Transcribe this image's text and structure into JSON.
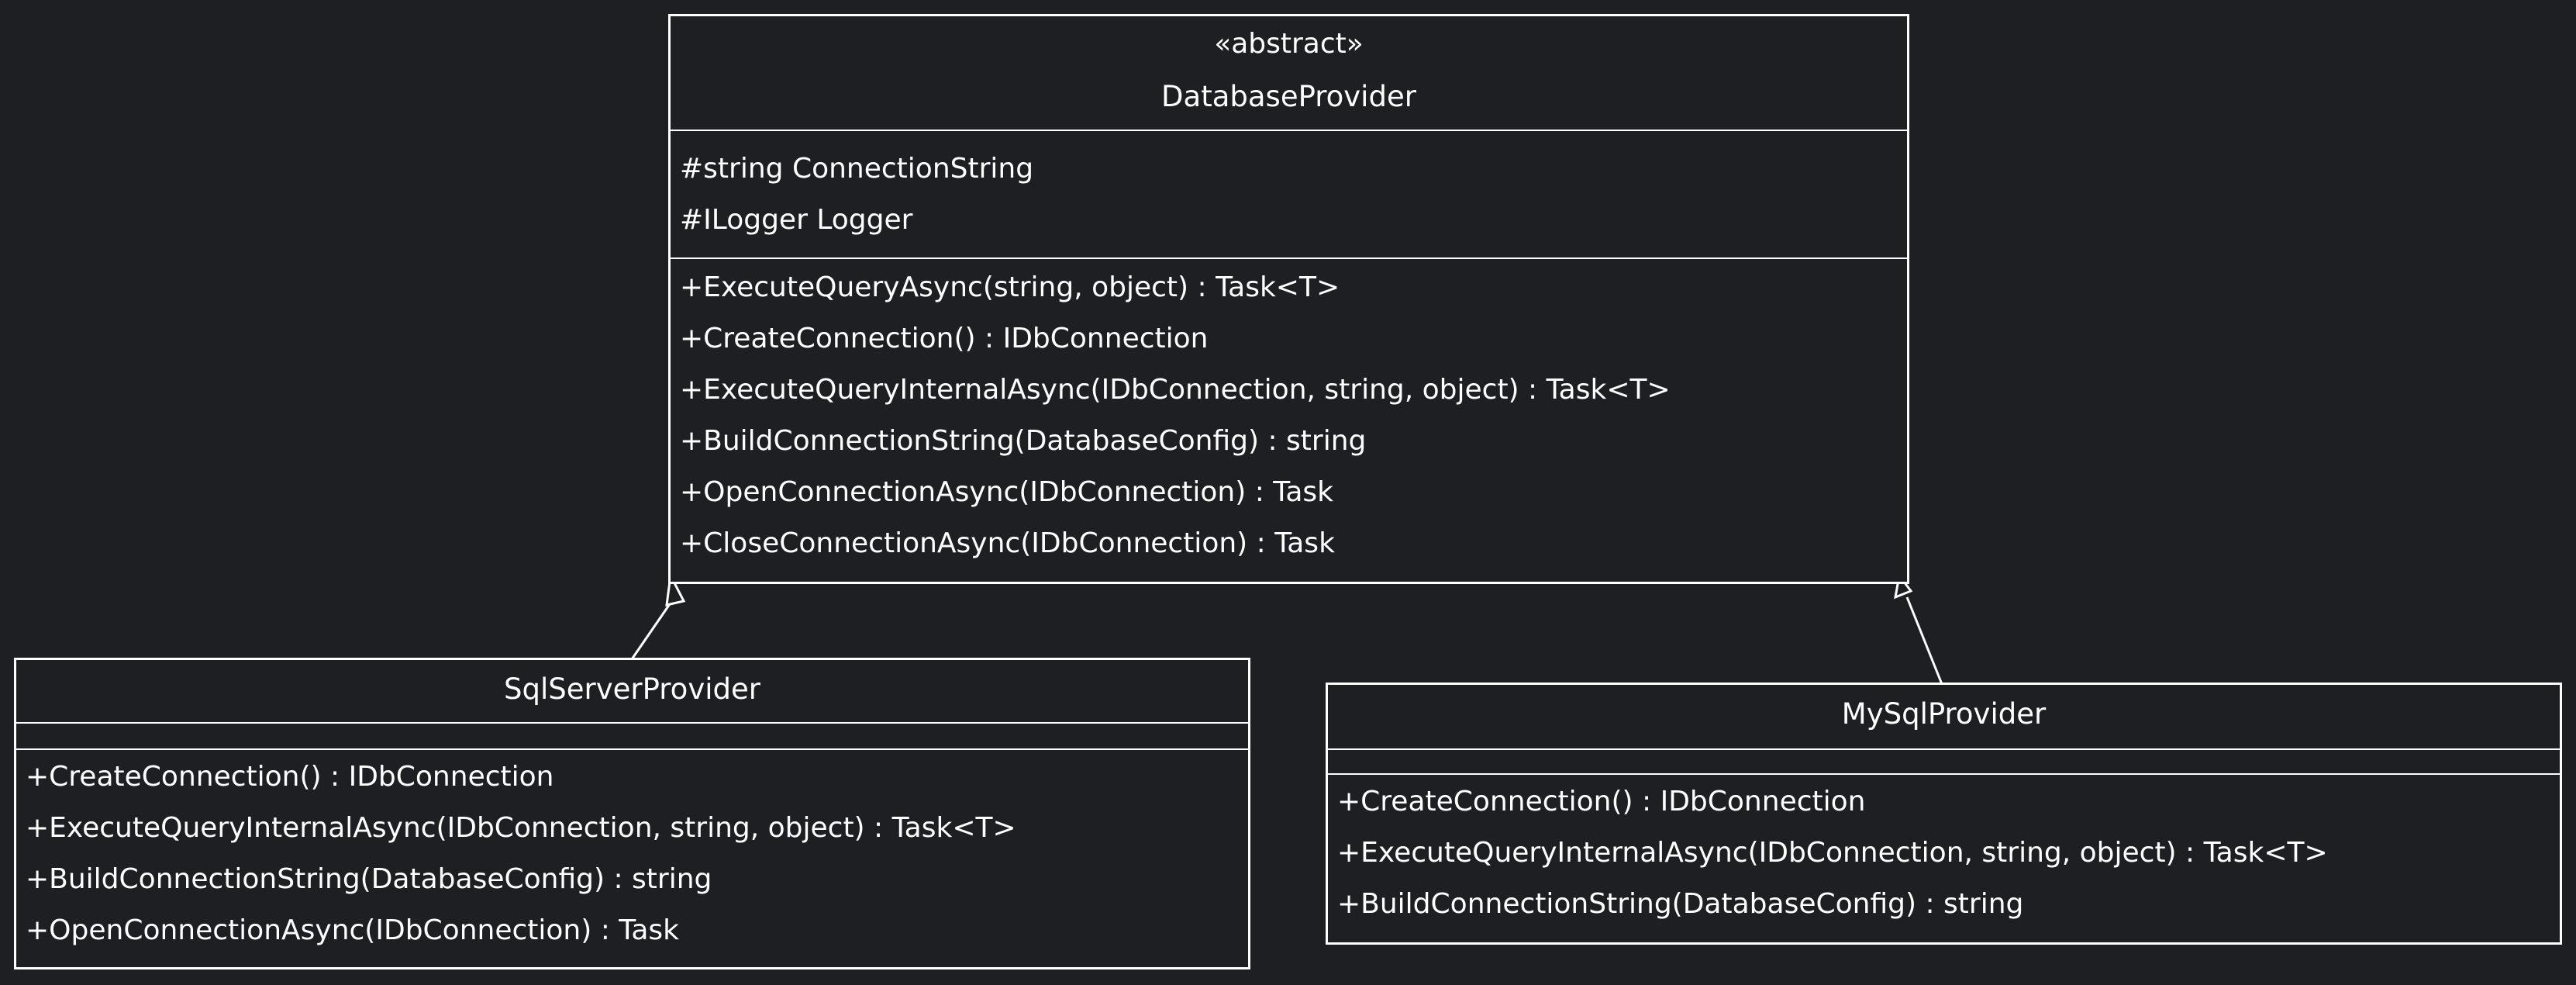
{
  "colors": {
    "background": "#1e1f22",
    "stroke": "#ffffff",
    "text": "#ffffff"
  },
  "database_provider": {
    "stereotype": "«abstract»",
    "name": "DatabaseProvider",
    "attributes": [
      "#string ConnectionString",
      "#ILogger Logger"
    ],
    "methods": [
      "+ExecuteQueryAsync(string, object) : Task<T>",
      "+CreateConnection() : IDbConnection",
      "+ExecuteQueryInternalAsync(IDbConnection, string, object) : Task<T>",
      "+BuildConnectionString(DatabaseConfig) : string",
      "+OpenConnectionAsync(IDbConnection) : Task",
      "+CloseConnectionAsync(IDbConnection) : Task"
    ]
  },
  "sql_server_provider": {
    "name": "SqlServerProvider",
    "attributes": [],
    "methods": [
      "+CreateConnection() : IDbConnection",
      "+ExecuteQueryInternalAsync(IDbConnection, string, object) : Task<T>",
      "+BuildConnectionString(DatabaseConfig) : string",
      "+OpenConnectionAsync(IDbConnection) : Task"
    ]
  },
  "mysql_provider": {
    "name": "MySqlProvider",
    "attributes": [],
    "methods": [
      "+CreateConnection() : IDbConnection",
      "+ExecuteQueryInternalAsync(IDbConnection, string, object) : Task<T>",
      "+BuildConnectionString(DatabaseConfig) : string"
    ]
  },
  "relations": [
    {
      "type": "inheritance",
      "from": "SqlServerProvider",
      "to": "DatabaseProvider"
    },
    {
      "type": "inheritance",
      "from": "MySqlProvider",
      "to": "DatabaseProvider"
    }
  ]
}
